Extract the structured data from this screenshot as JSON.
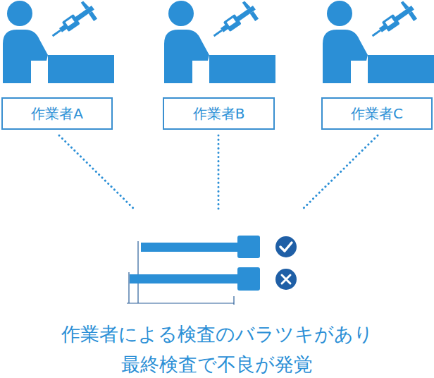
{
  "diagram": {
    "caption": "作業者による検査のバラツキがあり 最終検査で不良が発覚",
    "nodes": [
      {
        "text": [
          "作業者A"
        ]
      },
      {
        "text": [
          "作業者B"
        ]
      },
      {
        "text": [
          "作業者C"
        ]
      }
    ]
  }
}
